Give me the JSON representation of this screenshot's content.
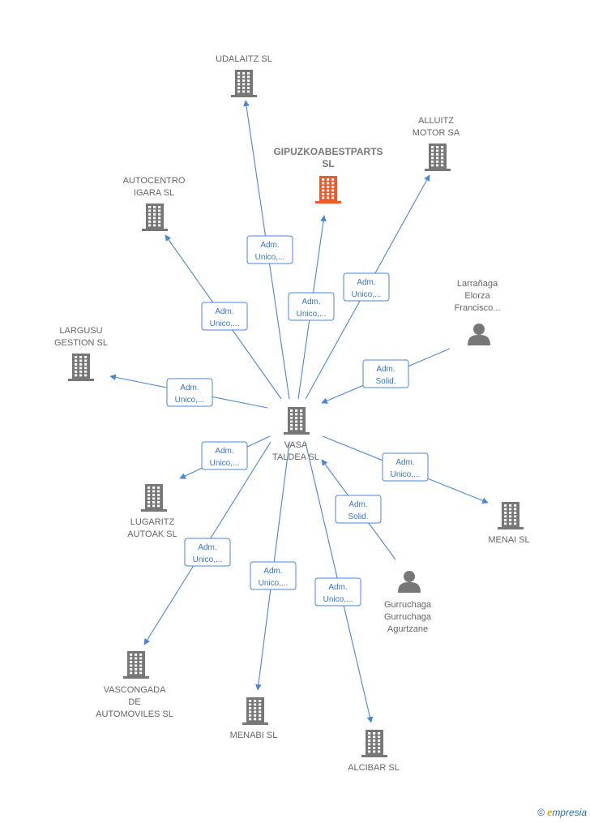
{
  "nodes": [
    {
      "id": "udalaitz",
      "type": "company",
      "lines": [
        "UDALAITZ SL"
      ],
      "color": "#777777"
    },
    {
      "id": "gipuzkoa",
      "type": "company",
      "lines": [
        "GIPUZKOABESTPARTS",
        "SL"
      ],
      "color": "#ee5b2b",
      "highlight": true
    },
    {
      "id": "alluitz",
      "type": "company",
      "lines": [
        "ALLUITZ",
        "MOTOR SA"
      ],
      "color": "#777777"
    },
    {
      "id": "autocentro",
      "type": "company",
      "lines": [
        "AUTOCENTRO",
        "IGARA  SL"
      ],
      "color": "#777777"
    },
    {
      "id": "larranaga",
      "type": "person",
      "lines": [
        "Larrañaga",
        "Elorza",
        "Francisco..."
      ],
      "color": "#777777"
    },
    {
      "id": "largusu",
      "type": "company",
      "lines": [
        "LARGUSU",
        "GESTION  SL"
      ],
      "color": "#777777"
    },
    {
      "id": "vasa",
      "type": "company",
      "lines": [
        "VASA",
        "TALDEA  SL"
      ],
      "color": "#777777",
      "center": true
    },
    {
      "id": "lugaritz",
      "type": "company",
      "lines": [
        "LUGARITZ",
        "AUTOAK  SL"
      ],
      "color": "#777777"
    },
    {
      "id": "menai",
      "type": "company",
      "lines": [
        "MENAI SL"
      ],
      "color": "#777777"
    },
    {
      "id": "gurruchaga",
      "type": "person",
      "lines": [
        "Gurruchaga",
        "Gurruchaga",
        "Agurtzane"
      ],
      "color": "#777777"
    },
    {
      "id": "vascongada",
      "type": "company",
      "lines": [
        "VASCONGADA",
        "DE",
        "AUTOMOVILES SL"
      ],
      "color": "#777777"
    },
    {
      "id": "menabi",
      "type": "company",
      "lines": [
        "MENABI SL"
      ],
      "color": "#777777"
    },
    {
      "id": "alcibar",
      "type": "company",
      "lines": [
        "ALCIBAR SL"
      ],
      "color": "#777777"
    }
  ],
  "edges": [
    {
      "from": "vasa",
      "to": "udalaitz",
      "label": [
        "Adm.",
        "Unico,..."
      ]
    },
    {
      "from": "vasa",
      "to": "gipuzkoa",
      "label": [
        "Adm.",
        "Unico,..."
      ]
    },
    {
      "from": "vasa",
      "to": "alluitz",
      "label": [
        "Adm.",
        "Unico,..."
      ]
    },
    {
      "from": "vasa",
      "to": "autocentro",
      "label": [
        "Adm.",
        "Unico,..."
      ]
    },
    {
      "from": "larranaga",
      "to": "vasa",
      "label": [
        "Adm.",
        "Solid."
      ]
    },
    {
      "from": "vasa",
      "to": "largusu",
      "label": [
        "Adm.",
        "Unico,..."
      ]
    },
    {
      "from": "vasa",
      "to": "lugaritz",
      "label": [
        "Adm.",
        "Unico,..."
      ]
    },
    {
      "from": "vasa",
      "to": "menai",
      "label": [
        "Adm.",
        "Unico,..."
      ]
    },
    {
      "from": "gurruchaga",
      "to": "vasa",
      "label": [
        "Adm.",
        "Solid."
      ]
    },
    {
      "from": "vasa",
      "to": "vascongada",
      "label": [
        "Adm.",
        "Unico,..."
      ]
    },
    {
      "from": "vasa",
      "to": "menabi",
      "label": [
        "Adm.",
        "Unico,..."
      ]
    },
    {
      "from": "vasa",
      "to": "alcibar",
      "label": [
        "Adm.",
        "Unico,..."
      ]
    }
  ],
  "footer": {
    "copyright": "©",
    "brand_initial": "e",
    "brand_rest": "mpresia"
  }
}
